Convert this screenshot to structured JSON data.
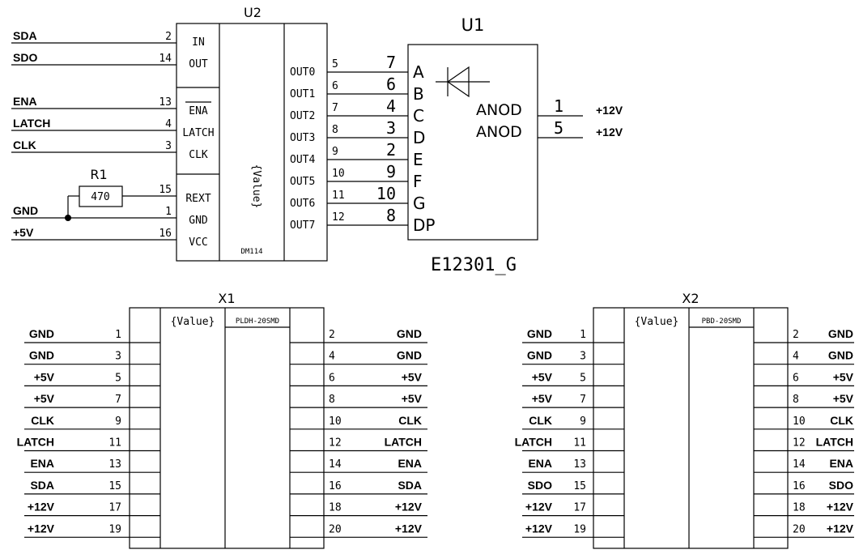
{
  "u2": {
    "ref": "U2",
    "value": "{Value}",
    "part": "DM114",
    "left_pins": [
      {
        "net": "SDA",
        "num": "2",
        "label": "IN"
      },
      {
        "net": "SDO",
        "num": "14",
        "label": "OUT"
      },
      {
        "net": "ENA",
        "num": "13",
        "label": "ENA",
        "overbar": true
      },
      {
        "net": "LATCH",
        "num": "4",
        "label": "LATCH"
      },
      {
        "net": "CLK",
        "num": "3",
        "label": "CLK"
      },
      {
        "net": "",
        "num": "15",
        "label": "REXT"
      },
      {
        "net": "GND",
        "num": "1",
        "label": "GND"
      },
      {
        "net": "+5V",
        "num": "16",
        "label": "VCC"
      }
    ],
    "right_pins": [
      {
        "label": "OUT0",
        "num": "5"
      },
      {
        "label": "OUT1",
        "num": "6"
      },
      {
        "label": "OUT2",
        "num": "7"
      },
      {
        "label": "OUT3",
        "num": "8"
      },
      {
        "label": "OUT4",
        "num": "9"
      },
      {
        "label": "OUT5",
        "num": "10"
      },
      {
        "label": "OUT6",
        "num": "11"
      },
      {
        "label": "OUT7",
        "num": "12"
      }
    ]
  },
  "r1": {
    "ref": "R1",
    "value": "470"
  },
  "u1": {
    "ref": "U1",
    "part": "E12301_G",
    "segments": [
      {
        "num": "7",
        "label": "A"
      },
      {
        "num": "6",
        "label": "B"
      },
      {
        "num": "4",
        "label": "C"
      },
      {
        "num": "3",
        "label": "D"
      },
      {
        "num": "2",
        "label": "E"
      },
      {
        "num": "9",
        "label": "F"
      },
      {
        "num": "10",
        "label": "G"
      },
      {
        "num": "8",
        "label": "DP"
      }
    ],
    "anodes": [
      {
        "label": "ANOD",
        "num": "1",
        "net": "+12V"
      },
      {
        "label": "ANOD",
        "num": "5",
        "net": "+12V"
      }
    ]
  },
  "connectors": [
    {
      "ref": "X1",
      "value": "{Value}",
      "part": "PLDH-20SMD",
      "left": [
        [
          "GND",
          "1"
        ],
        [
          "GND",
          "3"
        ],
        [
          "+5V",
          "5"
        ],
        [
          "+5V",
          "7"
        ],
        [
          "CLK",
          "9"
        ],
        [
          "LATCH",
          "11"
        ],
        [
          "ENA",
          "13"
        ],
        [
          "SDA",
          "15"
        ],
        [
          "+12V",
          "17"
        ],
        [
          "+12V",
          "19"
        ]
      ],
      "right": [
        [
          "2",
          "GND"
        ],
        [
          "4",
          "GND"
        ],
        [
          "6",
          "+5V"
        ],
        [
          "8",
          "+5V"
        ],
        [
          "10",
          "CLK"
        ],
        [
          "12",
          "LATCH"
        ],
        [
          "14",
          "ENA"
        ],
        [
          "16",
          "SDA"
        ],
        [
          "18",
          "+12V"
        ],
        [
          "20",
          "+12V"
        ]
      ]
    },
    {
      "ref": "X2",
      "value": "{Value}",
      "part": "PBD-20SMD",
      "left": [
        [
          "GND",
          "1"
        ],
        [
          "GND",
          "3"
        ],
        [
          "+5V",
          "5"
        ],
        [
          "+5V",
          "7"
        ],
        [
          "CLK",
          "9"
        ],
        [
          "LATCH",
          "11"
        ],
        [
          "ENA",
          "13"
        ],
        [
          "SDO",
          "15"
        ],
        [
          "+12V",
          "17"
        ],
        [
          "+12V",
          "19"
        ]
      ],
      "right": [
        [
          "2",
          "GND"
        ],
        [
          "4",
          "GND"
        ],
        [
          "6",
          "+5V"
        ],
        [
          "8",
          "+5V"
        ],
        [
          "10",
          "CLK"
        ],
        [
          "12",
          "LATCH"
        ],
        [
          "14",
          "ENA"
        ],
        [
          "16",
          "SDO"
        ],
        [
          "18",
          "+12V"
        ],
        [
          "20",
          "+12V"
        ]
      ]
    }
  ]
}
